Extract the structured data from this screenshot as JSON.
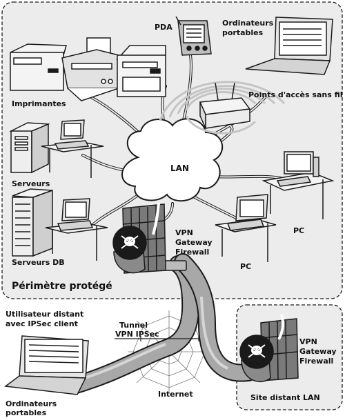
{
  "zones": {
    "protected_perimeter": "Périmètre protégé",
    "remote_site": "Site distant LAN",
    "internet": "Internet"
  },
  "nodes": {
    "pda": "PDA",
    "laptops_top": [
      "Ordinateurs",
      "portables"
    ],
    "printers": "Imprimantes",
    "wireless_ap": "Points d'accès sans fil",
    "servers": "Serveurs",
    "lan": "LAN",
    "servers_db": "Serveurs DB",
    "pc_right": "PC",
    "pc_center": "PC",
    "vpn_gateway_main": [
      "VPN",
      "Gateway",
      "Firewall"
    ],
    "remote_user": [
      "Utilisateur distant",
      "avec IPSec client"
    ],
    "tunnel": [
      "Tunnel",
      "VPN IPSec"
    ],
    "laptops_bottom": [
      "Ordinateurs",
      "portables"
    ],
    "vpn_gateway_remote": [
      "VPN",
      "Gateway",
      "Firewall"
    ]
  },
  "colors": {
    "perimeter_fill": "#ececec",
    "remote_fill": "#ececec",
    "outline": "#1a1a1a",
    "device_fill": "#f4f4f4",
    "dark": "#1a1a1a",
    "tube": "#9a9a9a"
  }
}
